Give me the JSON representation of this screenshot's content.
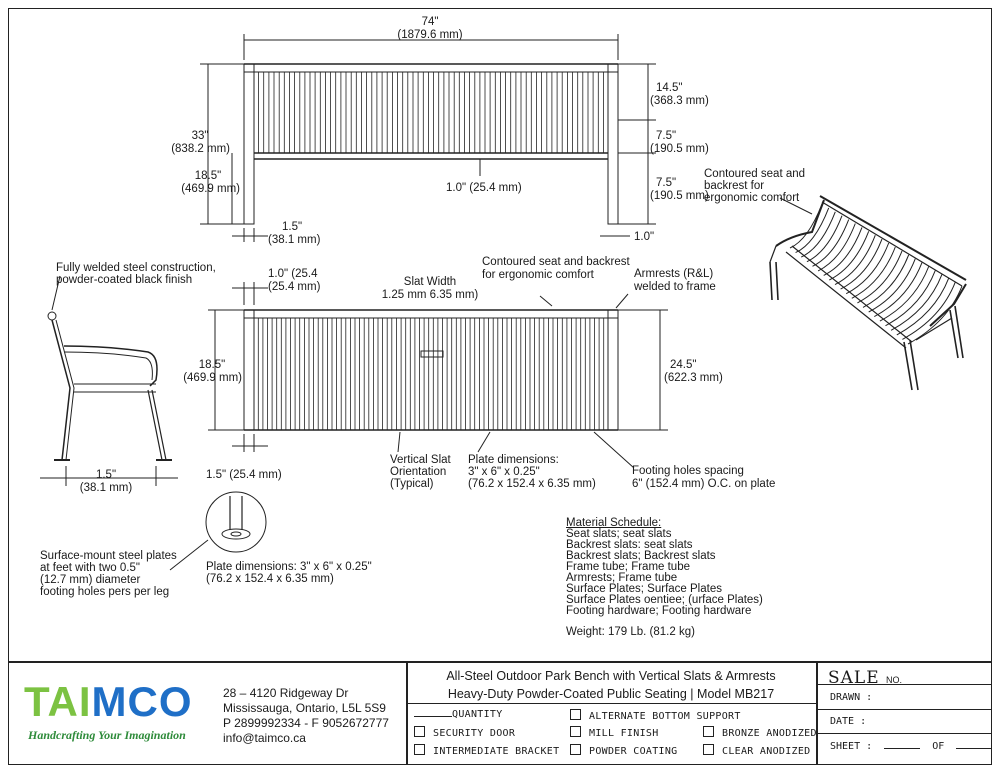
{
  "drawing": {
    "top_view": {
      "overall_width": "74\"",
      "overall_width_mm": "(1879.6 mm)",
      "height": "33\"",
      "height_mm": "(838.2 mm)",
      "seat_height": "18.5\"",
      "seat_height_mm": "(469.9 mm)",
      "back_upper": "14.5\"",
      "back_upper_mm": "(368.3 mm)",
      "back_mid": "7.5\"",
      "back_mid_mm": "(190.5 mm)",
      "leg_lower": "7.5\"",
      "leg_lower_mm": "(190.5 mm)",
      "rail": "1.0\" (25.4 mm)",
      "post_left": "1.5\"",
      "post_left_mm": "(38.1 mm)",
      "post_right": "1.0\""
    },
    "front_view": {
      "tube": "1.0\" (25.4",
      "tube_mm": "(25.4 mm)",
      "slat_width_title": "Slat Width",
      "slat_width": "1.25 mm 6.35 mm)",
      "contoured": "Contoured seat and backrest",
      "contoured2": "for ergonomic comfort",
      "armrests": "Armrests (R&L)",
      "armrests2": "welded to frame",
      "height": "18.5\"",
      "height_mm": "(469.9 mm)",
      "height_right": "24.5\"",
      "height_right_mm": "(622.3 mm)",
      "post": "1.5\" (25.4 mm)",
      "vertical_slat": "Vertical Slat",
      "orientation": "Orientation",
      "typical": "(Typical)",
      "plate_title": "Plate dimensions:",
      "plate_in": "3\" x 6\" x 0.25\"",
      "plate_mm": "(76.2 x 152.4 x 6.35 mm)",
      "footing": "Footing holes spacing",
      "footing2": "6\" (152.4 mm) O.C. on plate"
    },
    "side_view": {
      "weld1": "Fully welded steel construction,",
      "weld2": "powder-coated black finish",
      "foot": "1.5\"",
      "foot_mm": "(38.1 mm)"
    },
    "iso_view": {
      "line1": "Contoured seat and",
      "line2": "backrest for",
      "line3": "ergonomic comfort"
    },
    "detail": {
      "surface1": "Surface-mount steel plates",
      "surface2": "at feet with two 0.5\"",
      "surface3": "(12.7 mm) diameter",
      "surface4": "footing holes pers per leg",
      "plate1": "Plate dimensions: 3\" x 6\" x 0.25\"",
      "plate2": "(76.2 x 152.4 x 6.35 mm)"
    },
    "material_schedule": {
      "title": "Material Schedule:",
      "rows": [
        "Seat slats; seat slats",
        "Backrest slats: seat slats",
        "Backrest slats; Backrest slats",
        "Frame tube; Frame tube",
        "Armrests; Frame tube",
        "Surface Plates; Surface Plates",
        "Surface Plates oentiee; (urface Plates)",
        "Footing hardware; Footing hardware"
      ],
      "weight": "Weight: 179 Lb. (81.2 kg)"
    }
  },
  "title_block": {
    "logo": "TAIMCO",
    "tagline": "Handcrafting Your Imagination",
    "address": [
      "28 – 4120 Ridgeway Dr",
      "Mississauga, Ontario, L5L 5S9",
      "P 2899992334 - F 9052672777",
      "info@taimco.ca"
    ],
    "title_line1": "All-Steel Outdoor Park Bench with Vertical Slats & Armrests",
    "title_line2": "Heavy-Duty Powder-Coated Public Seating | Model MB217",
    "quantity": "QUANTITY",
    "options": [
      "SECURITY DOOR",
      "INTERMEDIATE BRACKET",
      "ALTERNATE BOTTOM SUPPORT",
      "MILL FINISH",
      "POWDER COATING",
      "BRONZE ANODIZED",
      "CLEAR ANODIZED"
    ],
    "sale": "SALE",
    "sale_no": "NO.",
    "drawn": "DRAWN :",
    "date": "DATE :",
    "sheet": "SHEET :",
    "of": "OF",
    "colors": {
      "logo_green": "#7cc242",
      "logo_blue": "#1f6fc7",
      "tag_green": "#2e8b3a"
    }
  }
}
